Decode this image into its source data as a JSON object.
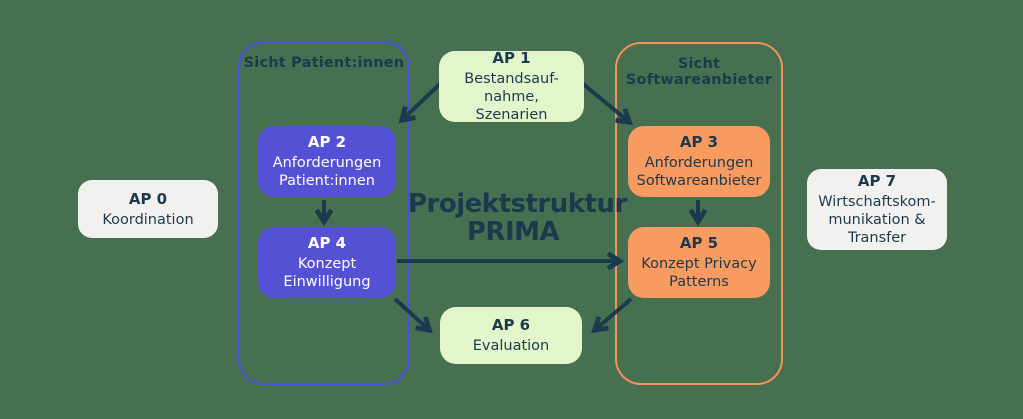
{
  "background_color": "#46704f",
  "title": {
    "lines": [
      "Projektstruktur",
      "PRIMA"
    ],
    "color": "#1b3a4d"
  },
  "groups": {
    "patients": {
      "label": "Sicht Patient:innen",
      "border_color": "#4f4de0"
    },
    "software": {
      "label": "Sicht Softwareanbieter",
      "border_color": "#f5935a"
    }
  },
  "nodes": {
    "ap0": {
      "title": "AP 0",
      "body": [
        "Koordination"
      ],
      "fill": "#f2f1ef",
      "text_color": "#1b3a4d"
    },
    "ap1": {
      "title": "AP 1",
      "body": [
        "Bestandsauf-",
        "nahme, Szenarien"
      ],
      "fill": "#e3f6cb",
      "text_color": "#1b3a4d"
    },
    "ap2": {
      "title": "AP 2",
      "body": [
        "Anforderungen",
        "Patient:innen"
      ],
      "fill": "#5551d5",
      "text_color": "#ffffff"
    },
    "ap3": {
      "title": "AP 3",
      "body": [
        "Anforderungen",
        "Softwareanbieter"
      ],
      "fill": "#f89b61",
      "text_color": "#1b3a4d"
    },
    "ap4": {
      "title": "AP 4",
      "body": [
        "Konzept",
        "Einwilligung"
      ],
      "fill": "#5551d5",
      "text_color": "#ffffff"
    },
    "ap5": {
      "title": "AP 5",
      "body": [
        "Konzept Privacy",
        "Patterns"
      ],
      "fill": "#f89b61",
      "text_color": "#1b3a4d"
    },
    "ap6": {
      "title": "AP 6",
      "body": [
        "Evaluation"
      ],
      "fill": "#e3f6cb",
      "text_color": "#1b3a4d"
    },
    "ap7": {
      "title": "AP 7",
      "body": [
        "Wirtschaftskom-",
        "munikation &",
        "Transfer"
      ],
      "fill": "#f2f1ef",
      "text_color": "#1b3a4d"
    }
  },
  "edges": [
    {
      "from": "AP 1",
      "to": "AP 2"
    },
    {
      "from": "AP 1",
      "to": "AP 3"
    },
    {
      "from": "AP 2",
      "to": "AP 4"
    },
    {
      "from": "AP 3",
      "to": "AP 5"
    },
    {
      "from": "AP 4",
      "to": "AP 5"
    },
    {
      "from": "AP 4",
      "to": "AP 6"
    },
    {
      "from": "AP 5",
      "to": "AP 6"
    }
  ],
  "colors": {
    "arrow": "#1b3a4d",
    "dark_text": "#1b3a4d",
    "light_text": "#ffffff",
    "background": "#46704f"
  }
}
